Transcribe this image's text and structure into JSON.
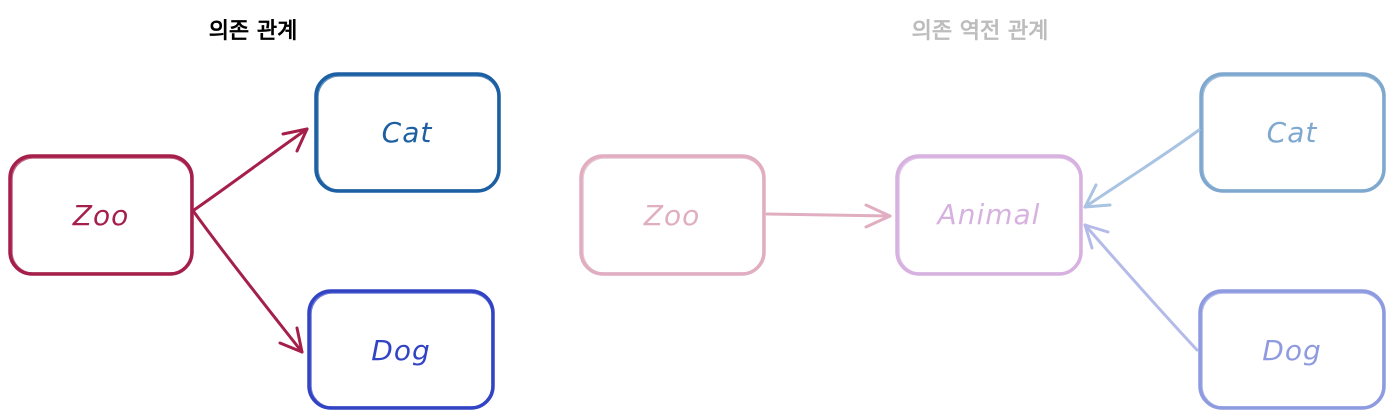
{
  "left_diagram": {
    "title": "의존 관계",
    "title_color": "#000000",
    "nodes": {
      "zoo": {
        "label": "Zoo",
        "color": "#a51f4b"
      },
      "cat": {
        "label": "Cat",
        "color": "#1d5fa3"
      },
      "dog": {
        "label": "Dog",
        "color": "#3244c4"
      }
    },
    "edges": [
      {
        "from": "Zoo",
        "to": "Cat"
      },
      {
        "from": "Zoo",
        "to": "Dog"
      }
    ]
  },
  "right_diagram": {
    "title": "의존 역전 관계",
    "title_color": "#bdbdbd",
    "nodes": {
      "zoo": {
        "label": "Zoo",
        "color": "#e0aec0"
      },
      "animal": {
        "label": "Animal",
        "color": "#d7b2e0"
      },
      "cat": {
        "label": "Cat",
        "color": "#7fa8cf"
      },
      "dog": {
        "label": "Dog",
        "color": "#8e9be0"
      }
    },
    "edges": [
      {
        "from": "Zoo",
        "to": "Animal"
      },
      {
        "from": "Cat",
        "to": "Animal"
      },
      {
        "from": "Dog",
        "to": "Animal"
      }
    ]
  }
}
